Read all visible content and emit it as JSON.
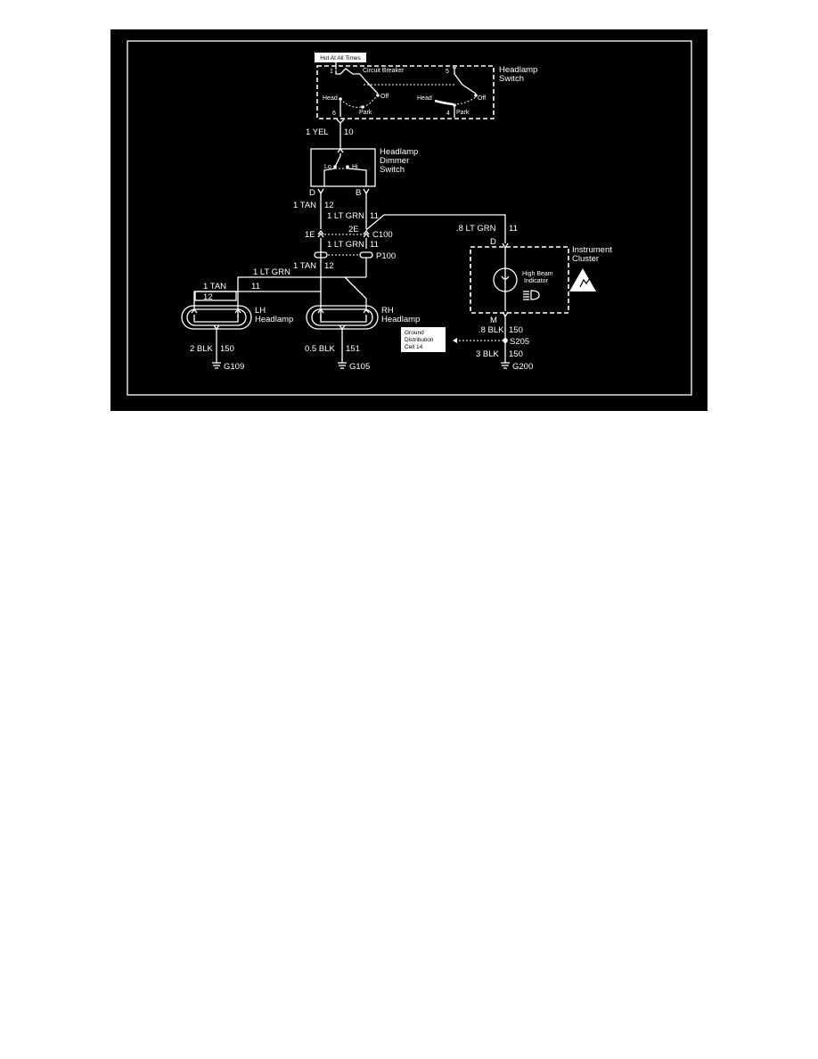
{
  "colors": {
    "background": "#000000",
    "wire": "#ffffff",
    "page": "#ffffff"
  },
  "headlamp_switch": {
    "hot_label": "Hot At All Times",
    "circuit_breaker": "Circuit Breaker",
    "title_line1": "Headlamp",
    "title_line2": "Switch",
    "pin1": "1",
    "pin5": "5",
    "pin6": "6",
    "pin4": "4",
    "head_left": "Head",
    "park_left": "Park",
    "off_left": "Off",
    "head_right": "Head",
    "park_right": "Park",
    "off_right": "Off"
  },
  "wire_yel": {
    "label": "1 YEL",
    "circuit": "10"
  },
  "dimmer_switch": {
    "title_line1": "Headlamp",
    "title_line2": "Dimmer",
    "title_line3": "Switch",
    "lo": "Lo",
    "hi": "Hi",
    "pin_d": "D",
    "pin_b": "B"
  },
  "wires": {
    "tan_upper": "1 TAN",
    "tan_upper_circuit": "12",
    "ltgrn_upper": "1 LT GRN",
    "ltgrn_upper_circuit": "11",
    "c100_left": "1E",
    "c100_right": "2E",
    "c100": "C100",
    "ltgrn_mid": "1 LT GRN",
    "ltgrn_mid_circuit": "11",
    "p100": "P100",
    "tan_lower": "1 TAN",
    "tan_lower_circuit": "12",
    "ltgrn_lower": "1 LT GRN",
    "lh_tan": "1 TAN",
    "lh_tan_circuit": "12",
    "lh_ltgrn_circuit": "11",
    "ic_ltgrn": ".8 LT GRN",
    "ic_ltgrn_circuit": "11"
  },
  "instrument_cluster": {
    "title_line1": "Instrument",
    "title_line2": "Cluster",
    "pin_d": "D",
    "pin_m": "M",
    "indicator_line1": "High Beam",
    "indicator_line2": "Indicator",
    "high_beam_icon": "high-beam-icon",
    "esd_icon": "esd-warning-icon"
  },
  "lh_headlamp": {
    "line1": "LH",
    "line2": "Headlamp"
  },
  "rh_headlamp": {
    "line1": "RH",
    "line2": "Headlamp"
  },
  "grounds": {
    "lh_wire": "2 BLK",
    "lh_circuit": "150",
    "lh_ground": "G109",
    "rh_wire": "0.5 BLK",
    "rh_circuit": "151",
    "rh_ground": "G105",
    "ic_wire": ".8 BLK",
    "ic_circuit": "150",
    "splice": "S205",
    "ic_wire2": "3 BLK",
    "ic_circuit2": "150",
    "ic_ground": "G200",
    "gd_line1": "Ground",
    "gd_line2": "Distribution",
    "gd_line3": "Cell 14"
  }
}
